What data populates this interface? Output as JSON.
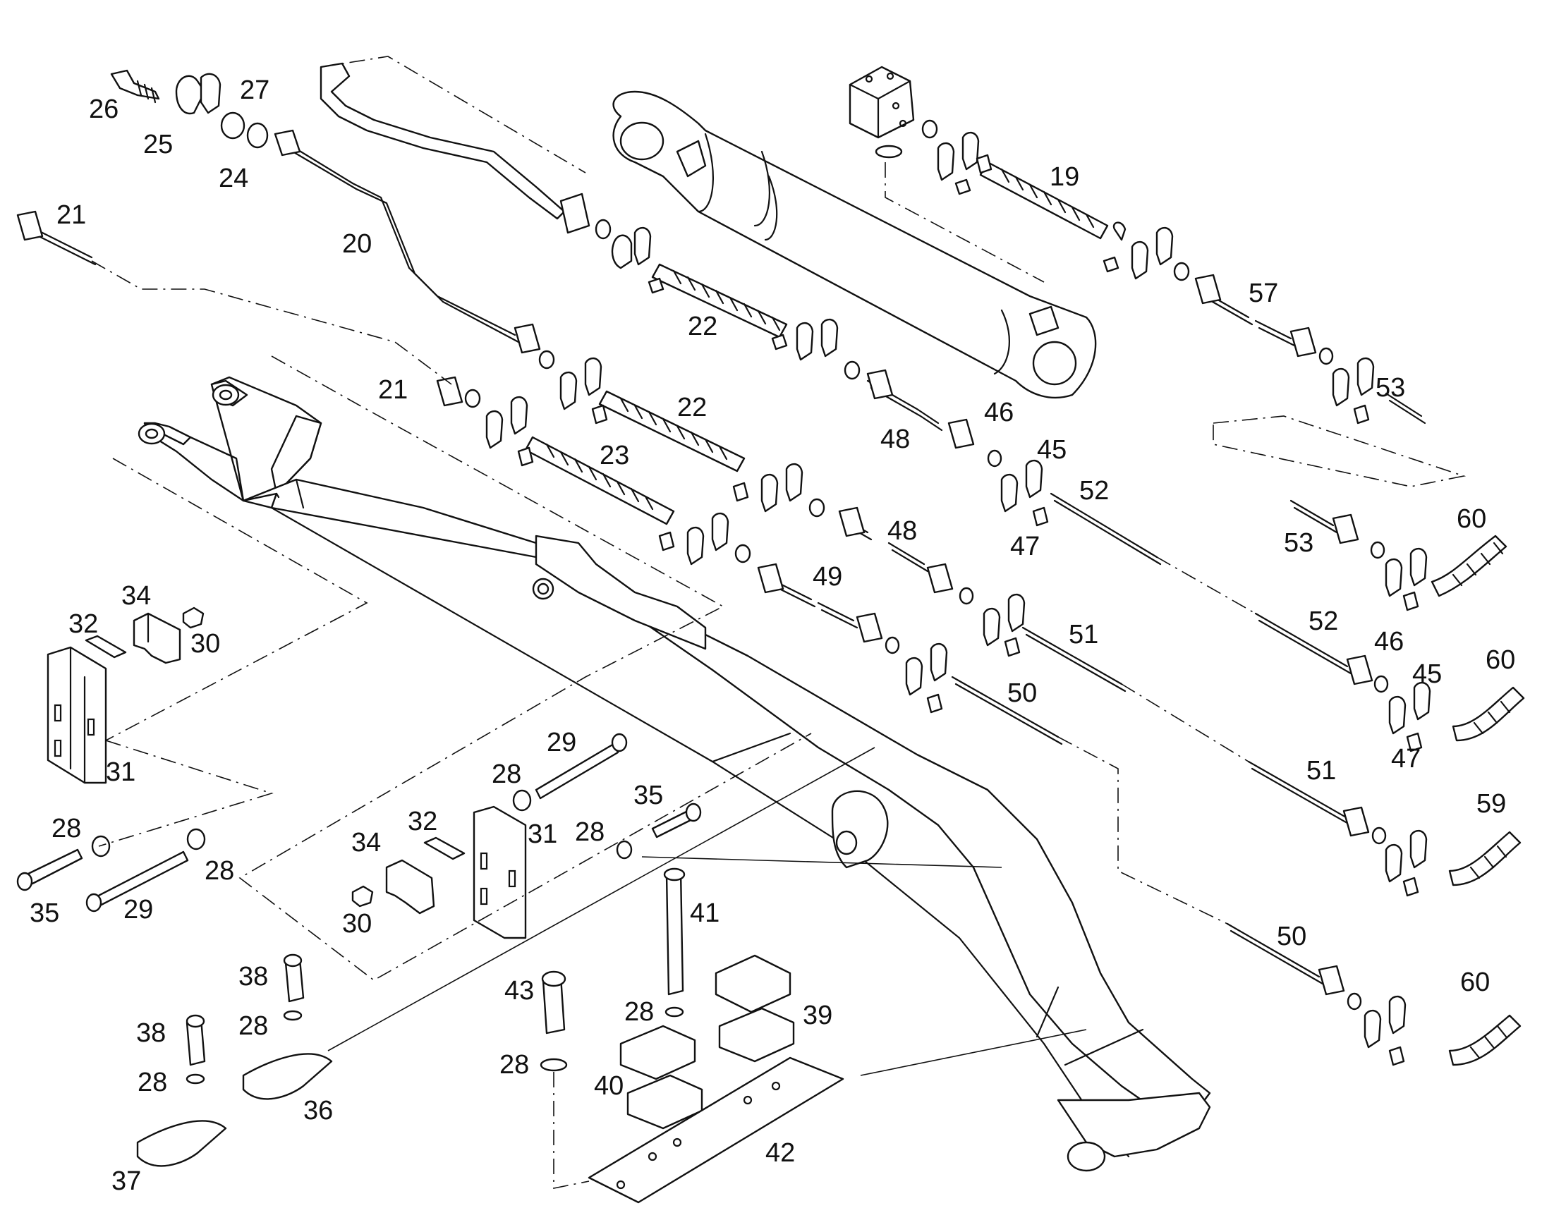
{
  "diagram": {
    "callouts": [
      {
        "id": "c26a",
        "label": "26"
      },
      {
        "id": "c25a",
        "label": "25"
      },
      {
        "id": "c27a",
        "label": "27"
      },
      {
        "id": "c24a",
        "label": "24"
      },
      {
        "id": "c21a",
        "label": "21"
      },
      {
        "id": "c20a",
        "label": "20"
      },
      {
        "id": "c22a",
        "label": "22"
      },
      {
        "id": "c19a",
        "label": "19"
      },
      {
        "id": "c57a",
        "label": "57"
      },
      {
        "id": "c53a",
        "label": "53"
      },
      {
        "id": "c21b",
        "label": "21"
      },
      {
        "id": "c22b",
        "label": "22"
      },
      {
        "id": "c23a",
        "label": "23"
      },
      {
        "id": "c48a",
        "label": "48"
      },
      {
        "id": "c46a",
        "label": "46"
      },
      {
        "id": "c45a",
        "label": "45"
      },
      {
        "id": "c52a",
        "label": "52"
      },
      {
        "id": "c47a",
        "label": "47"
      },
      {
        "id": "c60a",
        "label": "60"
      },
      {
        "id": "c53b",
        "label": "53"
      },
      {
        "id": "c48b",
        "label": "48"
      },
      {
        "id": "c49a",
        "label": "49"
      },
      {
        "id": "c51a",
        "label": "51"
      },
      {
        "id": "c52b",
        "label": "52"
      },
      {
        "id": "c46b",
        "label": "46"
      },
      {
        "id": "c60b",
        "label": "60"
      },
      {
        "id": "c45b",
        "label": "45"
      },
      {
        "id": "c50a",
        "label": "50"
      },
      {
        "id": "c47b",
        "label": "47"
      },
      {
        "id": "c51b",
        "label": "51"
      },
      {
        "id": "c59a",
        "label": "59"
      },
      {
        "id": "c50b",
        "label": "50"
      },
      {
        "id": "c60c",
        "label": "60"
      },
      {
        "id": "c34a",
        "label": "34"
      },
      {
        "id": "c32a",
        "label": "32"
      },
      {
        "id": "c30a",
        "label": "30"
      },
      {
        "id": "c31a",
        "label": "31"
      },
      {
        "id": "c28a",
        "label": "28"
      },
      {
        "id": "c35a",
        "label": "35"
      },
      {
        "id": "c29a",
        "label": "29"
      },
      {
        "id": "c28b",
        "label": "28"
      },
      {
        "id": "c29b",
        "label": "29"
      },
      {
        "id": "c28c",
        "label": "28"
      },
      {
        "id": "c35b",
        "label": "35"
      },
      {
        "id": "c34b",
        "label": "34"
      },
      {
        "id": "c32b",
        "label": "32"
      },
      {
        "id": "c31b",
        "label": "31"
      },
      {
        "id": "c28d",
        "label": "28"
      },
      {
        "id": "c30b",
        "label": "30"
      },
      {
        "id": "c41a",
        "label": "41"
      },
      {
        "id": "c38a",
        "label": "38"
      },
      {
        "id": "c43a",
        "label": "43"
      },
      {
        "id": "c28e",
        "label": "28"
      },
      {
        "id": "c39a",
        "label": "39"
      },
      {
        "id": "c38b",
        "label": "38"
      },
      {
        "id": "c28f",
        "label": "28"
      },
      {
        "id": "c28g",
        "label": "28"
      },
      {
        "id": "c40a",
        "label": "40"
      },
      {
        "id": "c28h",
        "label": "28"
      },
      {
        "id": "c36a",
        "label": "36"
      },
      {
        "id": "c42a",
        "label": "42"
      },
      {
        "id": "c37a",
        "label": "37"
      }
    ]
  }
}
